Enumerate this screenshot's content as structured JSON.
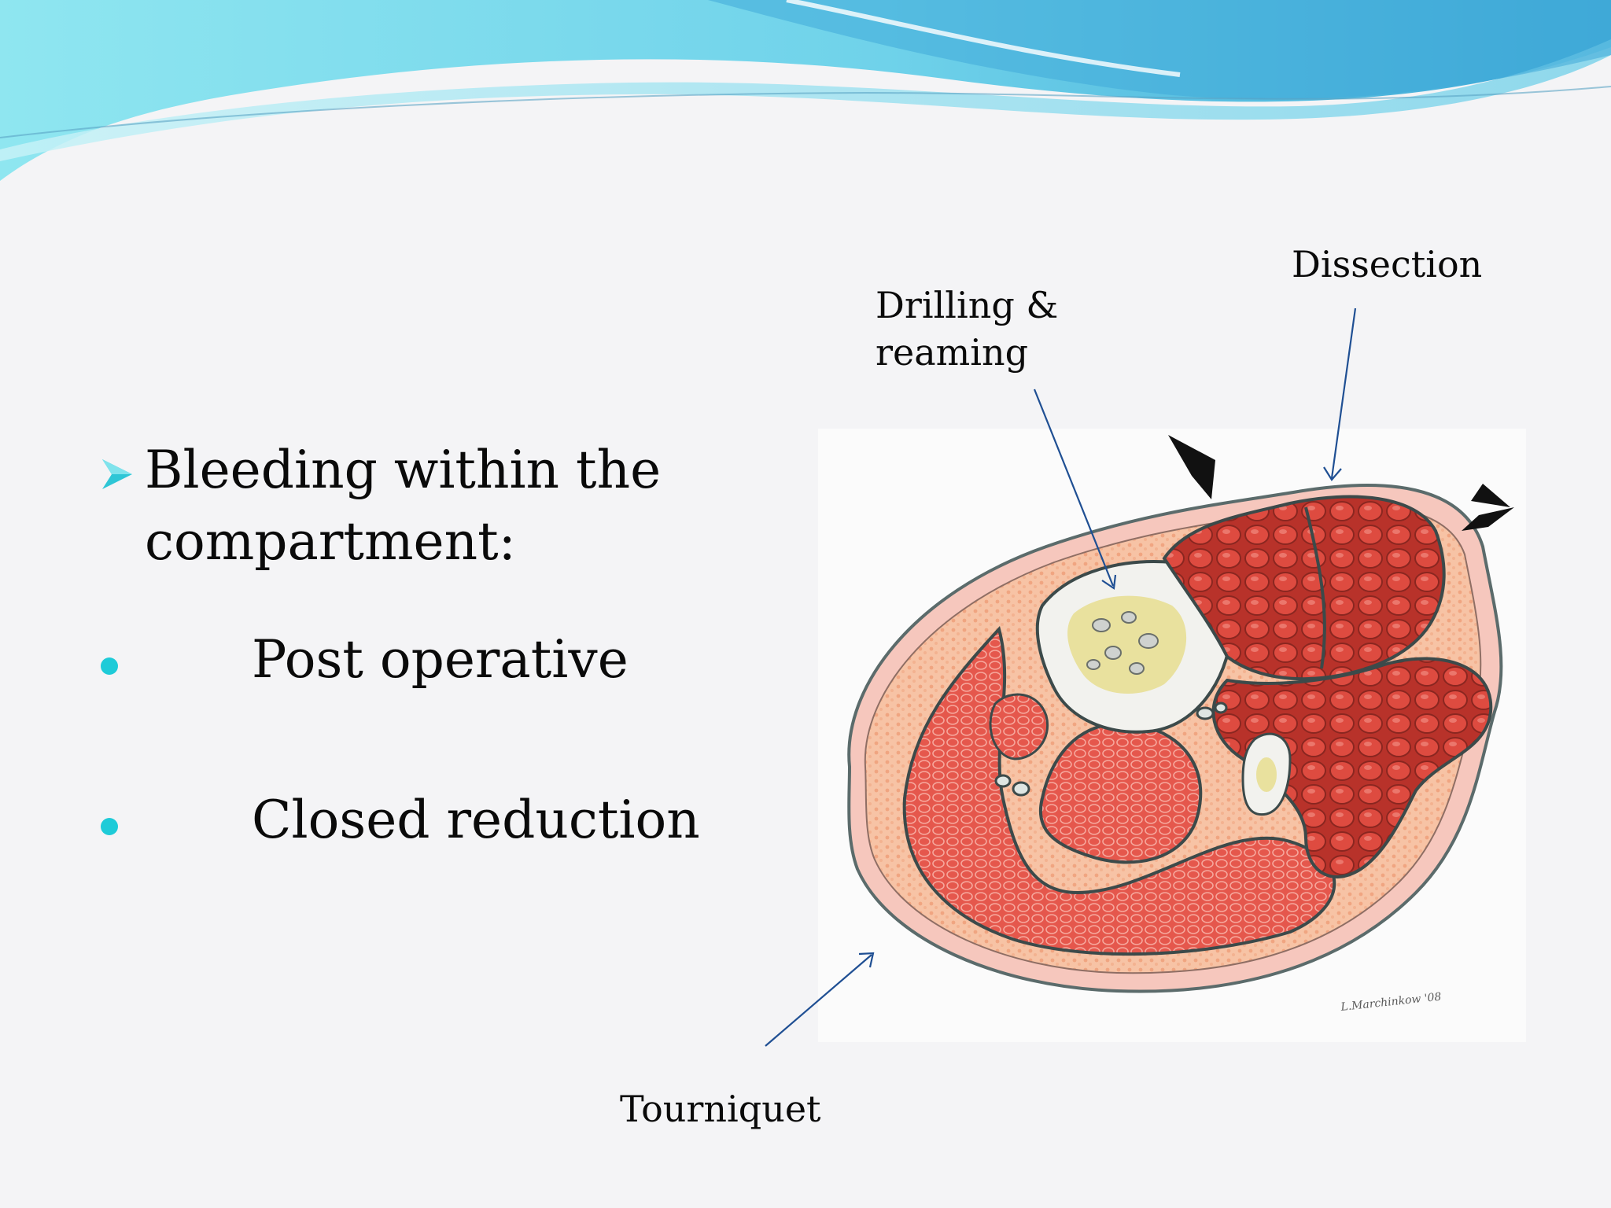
{
  "slide": {
    "heading": {
      "icon": "arrow-bullet-icon",
      "text": "Bleeding within the compartment:"
    },
    "items": [
      {
        "icon": "bullet-dot-icon",
        "text": "Post operative"
      },
      {
        "icon": "bullet-dot-icon",
        "text": "Closed reduction"
      }
    ]
  },
  "figure": {
    "labels": {
      "dissection": "Dissection",
      "drilling": "Drilling &\nreaming",
      "tourniquet": "Tourniquet"
    },
    "signature": "L.Marchinkow '08"
  },
  "colors": {
    "header_light": "#8fe6f0",
    "header_dark": "#3ea8d6",
    "bullet_accent": "#1ecbd8",
    "muscle_red": "#d9423a",
    "skin_pink": "#f6c7bd",
    "bone_marrow": "#e6dc8a",
    "arrow_blue": "#1f4f93"
  }
}
